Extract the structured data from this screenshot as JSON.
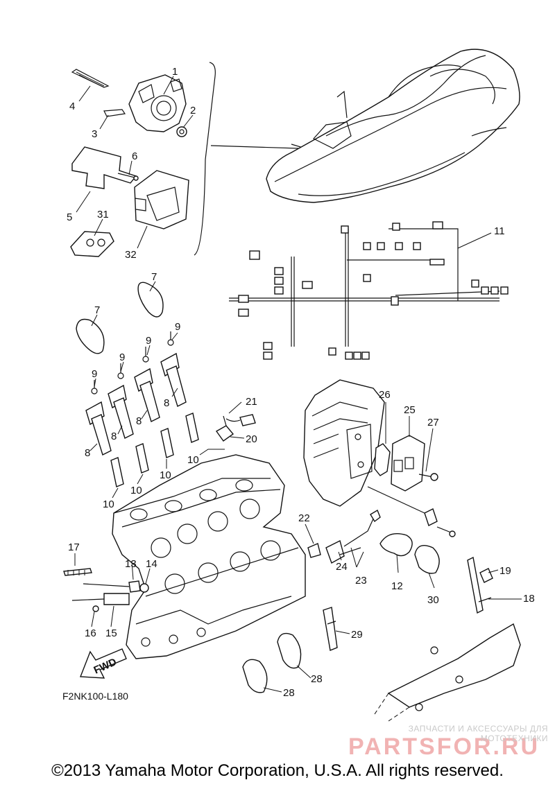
{
  "diagram": {
    "drawing_code": "F2NK100-L180",
    "fwd_label": "FWD",
    "copyright": "©2013 Yamaha Motor Corporation, U.S.A. All rights reserved.",
    "watermark": {
      "subtitle": "ЗАПЧАСТИ И АКСЕССУАРЫ ДЛЯ МОТОТЕХНИКИ",
      "logo": "PARTSFOR.RU"
    },
    "callouts": [
      "1",
      "2",
      "3",
      "4",
      "5",
      "6",
      "31",
      "32",
      "11",
      "7",
      "7",
      "9",
      "9",
      "9",
      "9",
      "8",
      "8",
      "8",
      "8",
      "10",
      "10",
      "10",
      "10",
      "21",
      "20",
      "26",
      "25",
      "27",
      "22",
      "17",
      "13",
      "14",
      "24",
      "23",
      "12",
      "30",
      "19",
      "18",
      "16",
      "15",
      "29",
      "28",
      "28"
    ]
  }
}
